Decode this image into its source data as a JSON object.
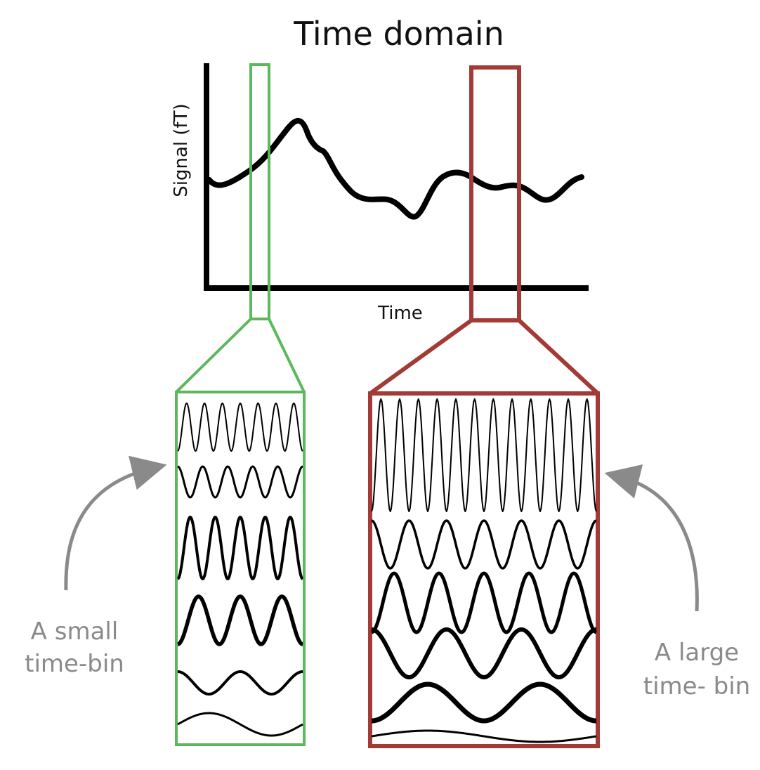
{
  "title": "Time domain",
  "axes": {
    "ylabel": "Signal (fT)",
    "xlabel": "Time"
  },
  "bins": {
    "small": {
      "label_line1": "A small",
      "label_line2": "time-bin",
      "color": "#5cb85c"
    },
    "large": {
      "label_line1": "A large",
      "label_line2": "time- bin",
      "color": "#a33a36"
    }
  },
  "colors": {
    "signal": "#000000",
    "annotation": "#8a8a8a"
  }
}
